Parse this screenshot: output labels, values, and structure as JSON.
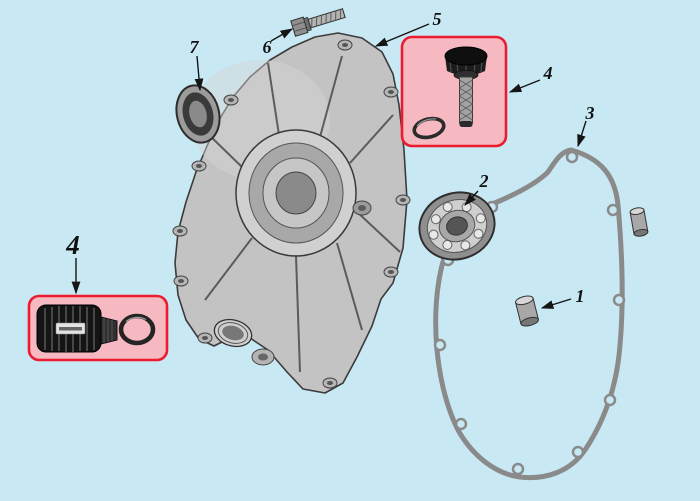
{
  "colors": {
    "background": "#c8e9f4",
    "highlight_stroke": "#ec1c2e",
    "highlight_fill": "#f6b9c1",
    "line": "#151515"
  },
  "callouts": {
    "n1": {
      "label": "1"
    },
    "n2": {
      "label": "2"
    },
    "n3": {
      "label": "3"
    },
    "n4_top": {
      "label": "4"
    },
    "n4_left": {
      "label": "4"
    },
    "n5": {
      "label": "5"
    },
    "n6": {
      "label": "6"
    },
    "n7": {
      "label": "7"
    }
  }
}
